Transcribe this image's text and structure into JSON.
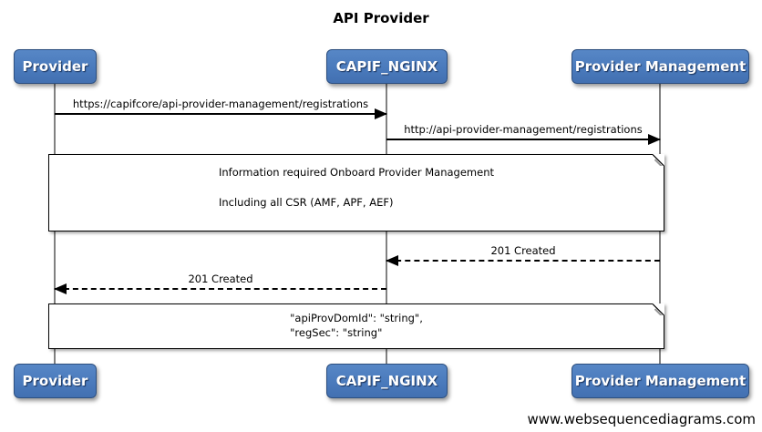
{
  "title": "API Provider",
  "actors": [
    {
      "id": "provider",
      "label": "Provider"
    },
    {
      "id": "capif-nginx",
      "label": "CAPIF_NGINX"
    },
    {
      "id": "provider-management",
      "label": "Provider Management"
    }
  ],
  "messages": [
    {
      "from": "Provider",
      "to": "CAPIF_NGINX",
      "label": "https://capifcore/api-provider-management/registrations",
      "line": "solid",
      "direction": "right"
    },
    {
      "from": "CAPIF_NGINX",
      "to": "Provider Management",
      "label": "http://api-provider-management/registrations",
      "line": "solid",
      "direction": "right"
    },
    {
      "from": "Provider Management",
      "to": "CAPIF_NGINX",
      "label": "201 Created",
      "line": "dashed",
      "direction": "left"
    },
    {
      "from": "CAPIF_NGINX",
      "to": "Provider",
      "label": "201 Created",
      "line": "dashed",
      "direction": "left"
    }
  ],
  "notes": [
    {
      "line1": "Information required Onboard Provider Management",
      "line2": "Including all CSR (AMF, APF, AEF)"
    },
    {
      "line1": "\"apiProvDomId\": \"string\",",
      "line2": "\"regSec\": \"string\""
    }
  ],
  "footer": "www.websequencediagrams.com",
  "colors": {
    "actor_fill": "#4a7abc",
    "actor_border": "#2d4f7f",
    "actor_text": "#ffffff",
    "lifeline": "#818181",
    "arrow": "#000000",
    "note_fill": "#ffffff",
    "note_border": "#000000",
    "background": "#ffffff"
  }
}
